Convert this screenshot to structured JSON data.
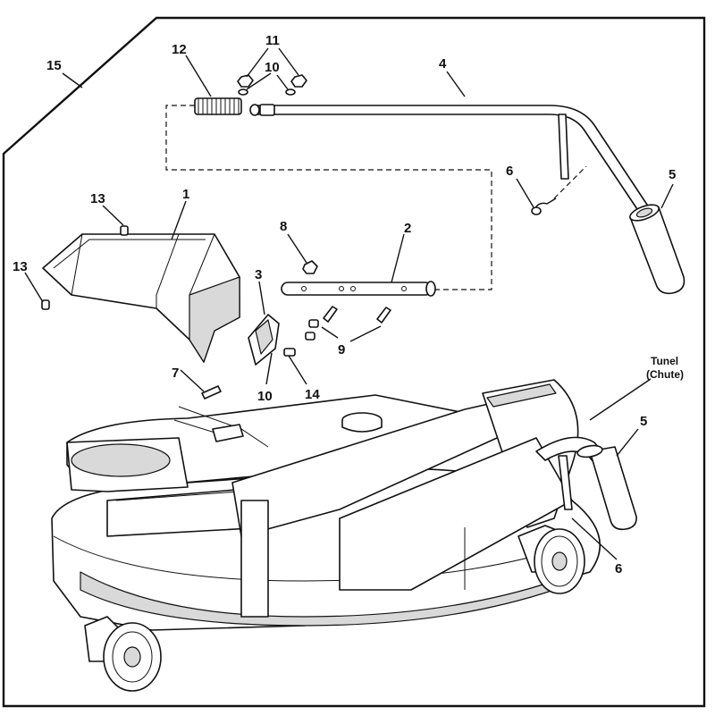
{
  "callouts": {
    "c15": "15",
    "c12": "12",
    "c11": "11",
    "c10a": "10",
    "c4": "4",
    "c6a": "6",
    "c5a": "5",
    "c13a": "13",
    "c1": "1",
    "c13b": "13",
    "c8": "8",
    "c2": "2",
    "c3": "3",
    "c9": "9",
    "c7": "7",
    "c10b": "10",
    "c14": "14",
    "c5b": "5",
    "c6b": "6"
  },
  "chute_label": {
    "line1": "Tunel",
    "line2": "(Chute)"
  }
}
